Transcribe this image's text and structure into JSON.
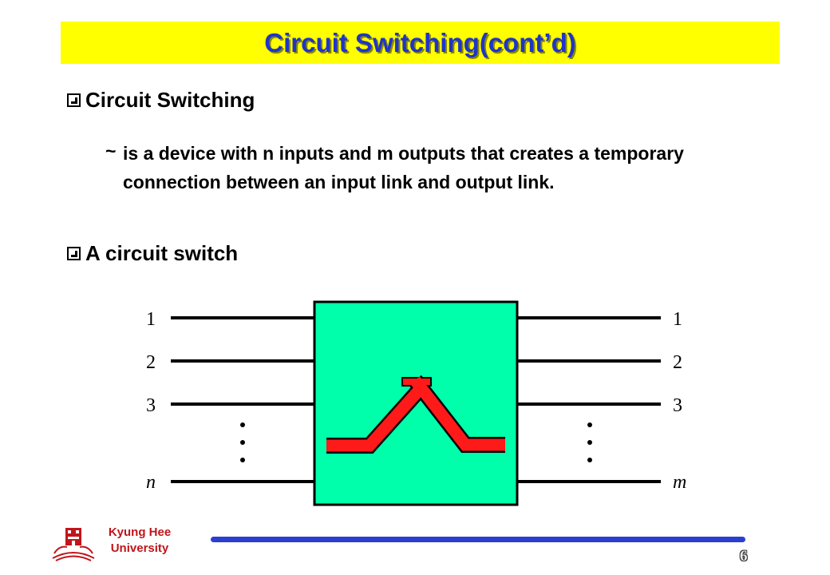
{
  "slide": {
    "title": "Circuit Switching(cont’d)",
    "bullet1": "Circuit Switching",
    "tilde": "~",
    "description": "is a device with n inputs and m outputs that creates a temporary connection between an input link and output link.",
    "bullet2": "A circuit switch"
  },
  "diagram": {
    "input_labels": [
      "1",
      "2",
      "3",
      "n"
    ],
    "output_labels": [
      "1",
      "2",
      "3",
      "m"
    ]
  },
  "footer": {
    "university_line1": "Kyung Hee",
    "university_line2": "University",
    "page_number": "6"
  },
  "colors": {
    "title_bg": "#ffff00",
    "title_text": "#1f35c8",
    "switch_fill": "#00ffaa",
    "path_fill": "#ff1a1a",
    "footer_line": "#2a3fd0",
    "university_text": "#c0151b"
  }
}
